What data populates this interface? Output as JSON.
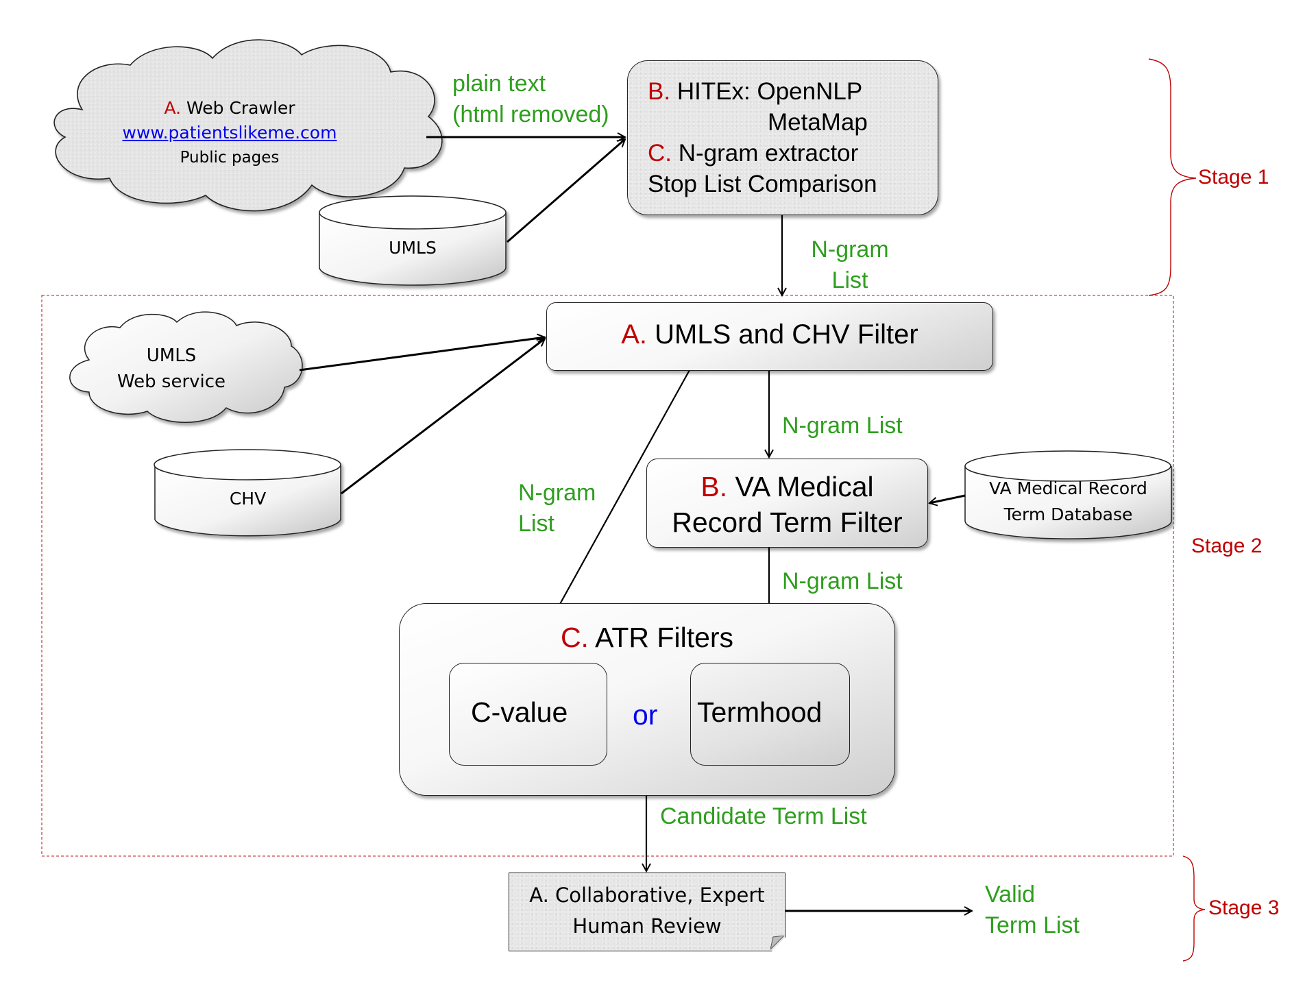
{
  "stage1": {
    "web_crawler": {
      "prefix": "A.",
      "title": "Web Crawler",
      "link": "www.patientslikeme.com",
      "subtitle": "Public pages"
    },
    "umls_db": {
      "label": "UMLS"
    },
    "edge_plain_text": {
      "line1": "plain text",
      "line2": "(html removed)"
    },
    "hitex_box": {
      "b_prefix": "B.",
      "b_line1": "HITEx: OpenNLP",
      "b_line2": "MetaMap",
      "c_prefix": "C.",
      "c_line1": "N-gram extractor",
      "c_line2": "Stop List Comparison"
    },
    "edge_ngram": {
      "line1": "N-gram",
      "line2": "List"
    },
    "stage_label": "Stage 1"
  },
  "stage2": {
    "umls_web_service": {
      "line1": "UMLS",
      "line2": "Web service"
    },
    "chv_db": {
      "label": "CHV"
    },
    "filter_a": {
      "prefix": "A.",
      "label": "UMLS and CHV Filter"
    },
    "edge_a_to_b": "N-gram List",
    "edge_a_to_cvalue": {
      "line1": "N-gram",
      "line2": "List"
    },
    "filter_b": {
      "prefix": "B.",
      "line1": "VA Medical",
      "line2": "Record Term Filter"
    },
    "va_db": {
      "line1": "VA Medical Record",
      "line2": "Term Database"
    },
    "edge_b_to_c": "N-gram List",
    "atr": {
      "prefix": "C.",
      "title": "ATR Filters",
      "option1": "C-value",
      "connector": "or",
      "option2": "Termhood"
    },
    "edge_candidate": "Candidate Term List",
    "stage_label": "Stage 2"
  },
  "stage3": {
    "review": {
      "line1": "A. Collaborative, Expert",
      "line2": "Human Review"
    },
    "output": {
      "line1": "Valid",
      "line2": "Term List"
    },
    "stage_label": "Stage 3"
  },
  "colors": {
    "prefix_red": "#c00000",
    "edge_label_green": "#2e9e1e",
    "link_blue": "#0000ee",
    "stage_dashed_red": "#d04040"
  }
}
